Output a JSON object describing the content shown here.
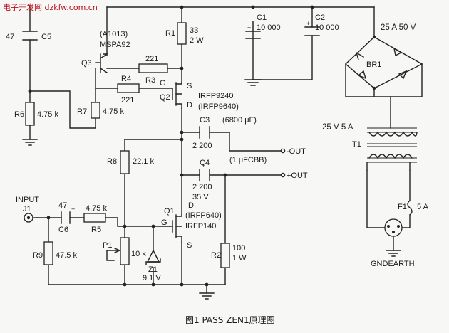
{
  "watermark": "电子开发网 dzkfw.com.cn",
  "caption": "图1 PASS ZEN1原理图",
  "labels": {
    "c5_value": "47",
    "c5": "C5",
    "q3_part_alt": "(A1013)",
    "q3_part": "MSPA92",
    "q3": "Q3",
    "r3_value": "221",
    "r3": "R3",
    "r4": "R4",
    "r4_value": "221",
    "r1": "R1",
    "r1_value": "33",
    "r1_power": "2 W",
    "c1": "C1",
    "c1_value": "10 000",
    "c2": "C2",
    "c2_value": "10 000",
    "bridge_rating": "25 A 50 V",
    "br1": "BR1",
    "q2_g": "G",
    "q2_s": "S",
    "q2_d": "D",
    "q2": "Q2",
    "q2_part": "IRFP9240",
    "q2_part_alt": "(IRFP9640)",
    "r6": "R6",
    "r6_value": "4.75 k",
    "r7": "R7",
    "r7_value": "4.75 k",
    "c3": "C3",
    "c3_alt": "(6800 μF)",
    "c3_value": "2 200",
    "r8": "R8",
    "r8_value": "22.1 k",
    "out_neg": "-OUT",
    "c3_note": "(1 μFCBB)",
    "c4": "C4",
    "c4_value": "2 200",
    "c4_voltage": "35 V",
    "out_pos": "+OUT",
    "transformer_rating": "25 V 5 A",
    "t1": "T1",
    "input": "INPUT",
    "j1": "J1",
    "c6_value": "47",
    "c6": "C6",
    "r5_value": "4.75 k",
    "r5": "R5",
    "q1_d": "D",
    "q1": "Q1",
    "q1_part_alt": "(IRFP640)",
    "q1_g": "G",
    "q1_part": "IRFP140",
    "q1_s": "S",
    "r9": "R9",
    "r9_value": "47.5 k",
    "p1": "P1",
    "p1_value": "10 k",
    "z1": "Z1",
    "z1_value": "9.1 V",
    "r2": "R2",
    "r2_value": "100",
    "r2_power": "1 W",
    "f1": "F1",
    "f1_value": "5 A",
    "gndearth": "GNDEARTH"
  }
}
